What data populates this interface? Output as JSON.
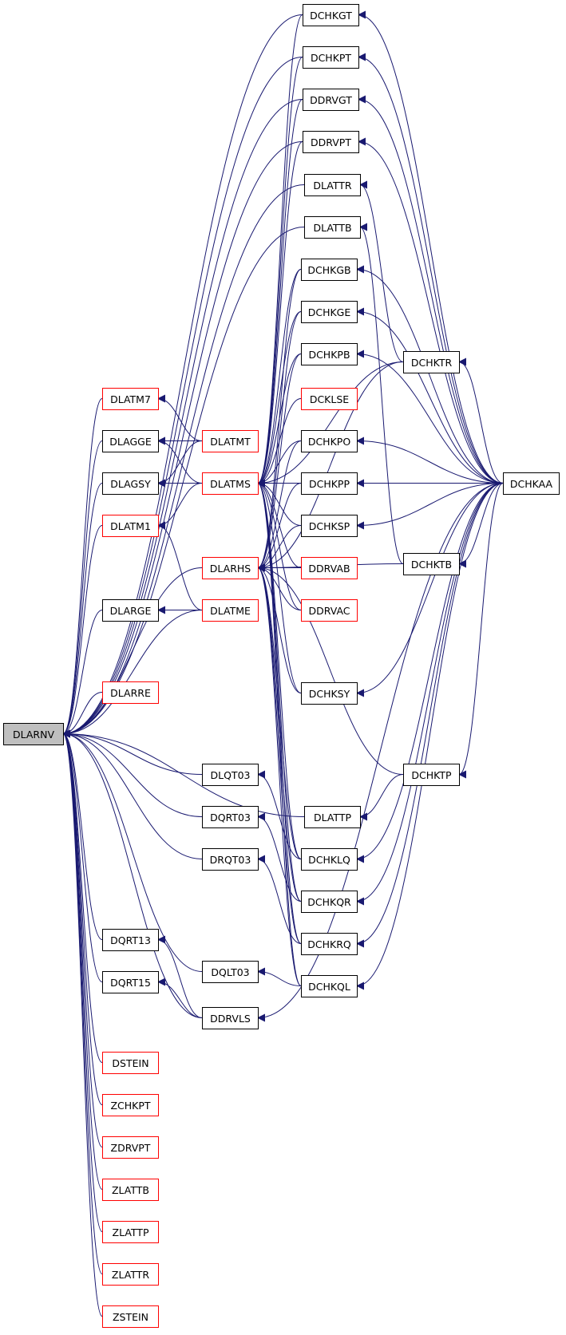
{
  "colors": {
    "edge": "#191970",
    "node_border": "#000000",
    "node_border_external": "#ff0000",
    "root_fill": "#bfbfbf"
  },
  "root": "DLARNV",
  "nodes": [
    {
      "id": "DLARNV",
      "label": "DLARNV",
      "kind": "root"
    },
    {
      "id": "DCHKGT",
      "label": "DCHKGT",
      "kind": "normal"
    },
    {
      "id": "DCHKPT",
      "label": "DCHKPT",
      "kind": "normal"
    },
    {
      "id": "DDRVGT",
      "label": "DDRVGT",
      "kind": "normal"
    },
    {
      "id": "DDRVPT",
      "label": "DDRVPT",
      "kind": "normal"
    },
    {
      "id": "DLATTR",
      "label": "DLATTR",
      "kind": "normal"
    },
    {
      "id": "DLATTB",
      "label": "DLATTB",
      "kind": "normal"
    },
    {
      "id": "DCHKGB",
      "label": "DCHKGB",
      "kind": "normal"
    },
    {
      "id": "DCHKGE",
      "label": "DCHKGE",
      "kind": "normal"
    },
    {
      "id": "DCHKPB",
      "label": "DCHKPB",
      "kind": "normal"
    },
    {
      "id": "DCHKTR",
      "label": "DCHKTR",
      "kind": "normal"
    },
    {
      "id": "DLATM7",
      "label": "DLATM7",
      "kind": "external"
    },
    {
      "id": "DCKLSE",
      "label": "DCKLSE",
      "kind": "external"
    },
    {
      "id": "DLAGGE",
      "label": "DLAGGE",
      "kind": "normal"
    },
    {
      "id": "DLATMT",
      "label": "DLATMT",
      "kind": "external"
    },
    {
      "id": "DCHKPO",
      "label": "DCHKPO",
      "kind": "normal"
    },
    {
      "id": "DLAGSY",
      "label": "DLAGSY",
      "kind": "normal"
    },
    {
      "id": "DLATMS",
      "label": "DLATMS",
      "kind": "external"
    },
    {
      "id": "DCHKPP",
      "label": "DCHKPP",
      "kind": "normal"
    },
    {
      "id": "DCHKAA",
      "label": "DCHKAA",
      "kind": "normal"
    },
    {
      "id": "DLATM1",
      "label": "DLATM1",
      "kind": "external"
    },
    {
      "id": "DCHKSP",
      "label": "DCHKSP",
      "kind": "normal"
    },
    {
      "id": "DLARHS",
      "label": "DLARHS",
      "kind": "external"
    },
    {
      "id": "DDRVAB",
      "label": "DDRVAB",
      "kind": "external"
    },
    {
      "id": "DCHKTB",
      "label": "DCHKTB",
      "kind": "normal"
    },
    {
      "id": "DLARGE",
      "label": "DLARGE",
      "kind": "normal"
    },
    {
      "id": "DLATME",
      "label": "DLATME",
      "kind": "external"
    },
    {
      "id": "DDRVAC",
      "label": "DDRVAC",
      "kind": "external"
    },
    {
      "id": "DLARRE",
      "label": "DLARRE",
      "kind": "external"
    },
    {
      "id": "DCHKSY",
      "label": "DCHKSY",
      "kind": "normal"
    },
    {
      "id": "DLQT03",
      "label": "DLQT03",
      "kind": "normal"
    },
    {
      "id": "DCHKTP",
      "label": "DCHKTP",
      "kind": "normal"
    },
    {
      "id": "DLATTP",
      "label": "DLATTP",
      "kind": "normal"
    },
    {
      "id": "DQRT03",
      "label": "DQRT03",
      "kind": "normal"
    },
    {
      "id": "DCHKLQ",
      "label": "DCHKLQ",
      "kind": "normal"
    },
    {
      "id": "DRQT03",
      "label": "DRQT03",
      "kind": "normal"
    },
    {
      "id": "DCHKQR",
      "label": "DCHKQR",
      "kind": "normal"
    },
    {
      "id": "DQRT13",
      "label": "DQRT13",
      "kind": "normal"
    },
    {
      "id": "DCHKRQ",
      "label": "DCHKRQ",
      "kind": "normal"
    },
    {
      "id": "DQLT03",
      "label": "DQLT03",
      "kind": "normal"
    },
    {
      "id": "DQRT15",
      "label": "DQRT15",
      "kind": "normal"
    },
    {
      "id": "DCHKQL",
      "label": "DCHKQL",
      "kind": "normal"
    },
    {
      "id": "DDRVLS",
      "label": "DDRVLS",
      "kind": "normal"
    },
    {
      "id": "DSTEIN",
      "label": "DSTEIN",
      "kind": "external"
    },
    {
      "id": "ZCHKPT",
      "label": "ZCHKPT",
      "kind": "external"
    },
    {
      "id": "ZDRVPT",
      "label": "ZDRVPT",
      "kind": "external"
    },
    {
      "id": "ZLATTB",
      "label": "ZLATTB",
      "kind": "external"
    },
    {
      "id": "ZLATTP",
      "label": "ZLATTP",
      "kind": "external"
    },
    {
      "id": "ZLATTR",
      "label": "ZLATTR",
      "kind": "external"
    },
    {
      "id": "ZSTEIN",
      "label": "ZSTEIN",
      "kind": "external"
    }
  ],
  "edges": [
    {
      "from": "DCHKGT",
      "to": "DLARNV"
    },
    {
      "from": "DCHKPT",
      "to": "DLARNV"
    },
    {
      "from": "DDRVGT",
      "to": "DLARNV"
    },
    {
      "from": "DDRVPT",
      "to": "DLARNV"
    },
    {
      "from": "DLATTR",
      "to": "DLARNV"
    },
    {
      "from": "DLATTB",
      "to": "DLARNV"
    },
    {
      "from": "DLATM7",
      "to": "DLARNV"
    },
    {
      "from": "DLAGGE",
      "to": "DLARNV"
    },
    {
      "from": "DLAGSY",
      "to": "DLARNV"
    },
    {
      "from": "DLATM1",
      "to": "DLARNV"
    },
    {
      "from": "DLARHS",
      "to": "DLARNV"
    },
    {
      "from": "DLARGE",
      "to": "DLARNV"
    },
    {
      "from": "DLATME",
      "to": "DLARNV"
    },
    {
      "from": "DLARRE",
      "to": "DLARNV"
    },
    {
      "from": "DLQT03",
      "to": "DLARNV"
    },
    {
      "from": "DLATTP",
      "to": "DLARNV"
    },
    {
      "from": "DQRT03",
      "to": "DLARNV"
    },
    {
      "from": "DRQT03",
      "to": "DLARNV"
    },
    {
      "from": "DQRT13",
      "to": "DLARNV"
    },
    {
      "from": "DQLT03",
      "to": "DLARNV"
    },
    {
      "from": "DQRT15",
      "to": "DLARNV"
    },
    {
      "from": "DDRVLS",
      "to": "DLARNV"
    },
    {
      "from": "DSTEIN",
      "to": "DLARNV"
    },
    {
      "from": "ZCHKPT",
      "to": "DLARNV"
    },
    {
      "from": "ZDRVPT",
      "to": "DLARNV"
    },
    {
      "from": "ZLATTB",
      "to": "DLARNV"
    },
    {
      "from": "ZLATTP",
      "to": "DLARNV"
    },
    {
      "from": "ZLATTR",
      "to": "DLARNV"
    },
    {
      "from": "ZSTEIN",
      "to": "DLARNV"
    },
    {
      "from": "DLATMT",
      "to": "DLATM7"
    },
    {
      "from": "DLATMT",
      "to": "DLAGGE"
    },
    {
      "from": "DLATMS",
      "to": "DLAGGE"
    },
    {
      "from": "DLATMS",
      "to": "DLAGSY"
    },
    {
      "from": "DLATMT",
      "to": "DLAGSY"
    },
    {
      "from": "DLATMS",
      "to": "DLATM1"
    },
    {
      "from": "DLATME",
      "to": "DLATM1"
    },
    {
      "from": "DLATME",
      "to": "DLARGE"
    },
    {
      "from": "DCHKGB",
      "to": "DLATMS"
    },
    {
      "from": "DCHKGE",
      "to": "DLATMS"
    },
    {
      "from": "DCHKPB",
      "to": "DLATMS"
    },
    {
      "from": "DCKLSE",
      "to": "DLATMS"
    },
    {
      "from": "DCHKPO",
      "to": "DLATMS"
    },
    {
      "from": "DCHKPP",
      "to": "DLATMS"
    },
    {
      "from": "DCHKSP",
      "to": "DLATMS"
    },
    {
      "from": "DDRVAB",
      "to": "DLATMS"
    },
    {
      "from": "DDRVAC",
      "to": "DLATMS"
    },
    {
      "from": "DCHKSY",
      "to": "DLATMS"
    },
    {
      "from": "DCHKLQ",
      "to": "DLATMS"
    },
    {
      "from": "DCHKQR",
      "to": "DLATMS"
    },
    {
      "from": "DCHKRQ",
      "to": "DLATMS"
    },
    {
      "from": "DCHKQL",
      "to": "DLATMS"
    },
    {
      "from": "DCHKGT",
      "to": "DLATMS"
    },
    {
      "from": "DCHKPT",
      "to": "DLATMS"
    },
    {
      "from": "DDRVGT",
      "to": "DLATMS"
    },
    {
      "from": "DDRVPT",
      "to": "DLATMS"
    },
    {
      "from": "DCHKTR",
      "to": "DLATMS"
    },
    {
      "from": "DCHKGB",
      "to": "DLARHS"
    },
    {
      "from": "DCHKGE",
      "to": "DLARHS"
    },
    {
      "from": "DCHKPB",
      "to": "DLARHS"
    },
    {
      "from": "DCHKPO",
      "to": "DLARHS"
    },
    {
      "from": "DCHKPP",
      "to": "DLARHS"
    },
    {
      "from": "DCHKSP",
      "to": "DLARHS"
    },
    {
      "from": "DDRVAB",
      "to": "DLARHS"
    },
    {
      "from": "DDRVAC",
      "to": "DLARHS"
    },
    {
      "from": "DCHKSY",
      "to": "DLARHS"
    },
    {
      "from": "DCHKLQ",
      "to": "DLARHS"
    },
    {
      "from": "DCHKQR",
      "to": "DLARHS"
    },
    {
      "from": "DCHKRQ",
      "to": "DLARHS"
    },
    {
      "from": "DCHKQL",
      "to": "DLARHS"
    },
    {
      "from": "DCHKTR",
      "to": "DLARHS"
    },
    {
      "from": "DCHKTB",
      "to": "DLARHS"
    },
    {
      "from": "DCHKTP",
      "to": "DLARHS"
    },
    {
      "from": "DCHKTR",
      "to": "DLATTR"
    },
    {
      "from": "DCHKTB",
      "to": "DLATTB"
    },
    {
      "from": "DCHKTP",
      "to": "DLATTP"
    },
    {
      "from": "DCHKLQ",
      "to": "DLQT03"
    },
    {
      "from": "DCHKQR",
      "to": "DQRT03"
    },
    {
      "from": "DCHKRQ",
      "to": "DRQT03"
    },
    {
      "from": "DCHKQL",
      "to": "DQLT03"
    },
    {
      "from": "DDRVLS",
      "to": "DQRT13"
    },
    {
      "from": "DDRVLS",
      "to": "DQRT15"
    },
    {
      "from": "DCHKAA",
      "to": "DCHKGT"
    },
    {
      "from": "DCHKAA",
      "to": "DCHKPT"
    },
    {
      "from": "DCHKAA",
      "to": "DDRVGT"
    },
    {
      "from": "DCHKAA",
      "to": "DDRVPT"
    },
    {
      "from": "DCHKAA",
      "to": "DCHKGB"
    },
    {
      "from": "DCHKAA",
      "to": "DCHKGE"
    },
    {
      "from": "DCHKAA",
      "to": "DCHKPB"
    },
    {
      "from": "DCHKAA",
      "to": "DCHKTR"
    },
    {
      "from": "DCHKAA",
      "to": "DCHKPO"
    },
    {
      "from": "DCHKAA",
      "to": "DCHKPP"
    },
    {
      "from": "DCHKAA",
      "to": "DCHKSP"
    },
    {
      "from": "DCHKAA",
      "to": "DCHKTB"
    },
    {
      "from": "DCHKAA",
      "to": "DCHKSY"
    },
    {
      "from": "DCHKAA",
      "to": "DCHKTP"
    },
    {
      "from": "DCHKAA",
      "to": "DCHKLQ"
    },
    {
      "from": "DCHKAA",
      "to": "DCHKQR"
    },
    {
      "from": "DCHKAA",
      "to": "DCHKRQ"
    },
    {
      "from": "DCHKAA",
      "to": "DCHKQL"
    },
    {
      "from": "DCHKAA",
      "to": "DDRVLS"
    }
  ]
}
